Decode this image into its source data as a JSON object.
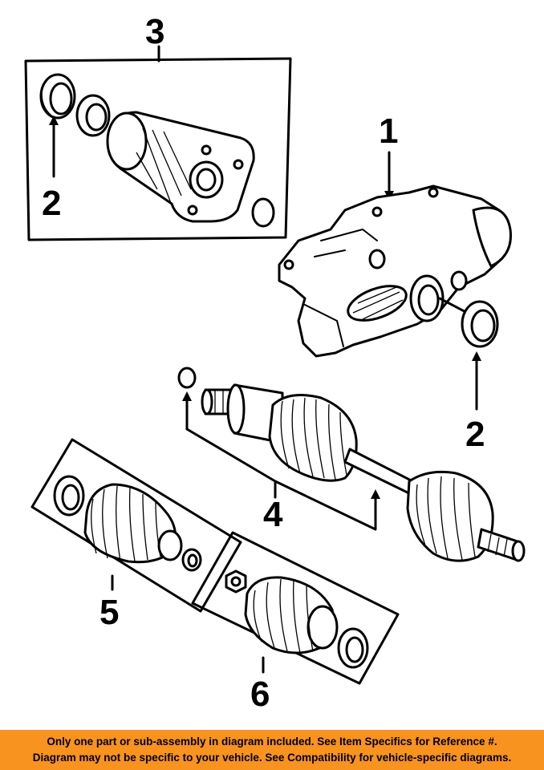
{
  "callouts": {
    "c1": "1",
    "c2a": "2",
    "c2b": "2",
    "c3": "3",
    "c4": "4",
    "c5": "5",
    "c6": "6"
  },
  "footer": {
    "line1": "Only one part or sub-assembly in diagram included. See Item Specifics for Reference #.",
    "line2": "Diagram may not be specific to your vehicle. See Compatibility for vehicle-specific diagrams."
  },
  "colors": {
    "footer_bg": "#f7931e",
    "ink": "#000000",
    "paper": "#ffffff"
  }
}
